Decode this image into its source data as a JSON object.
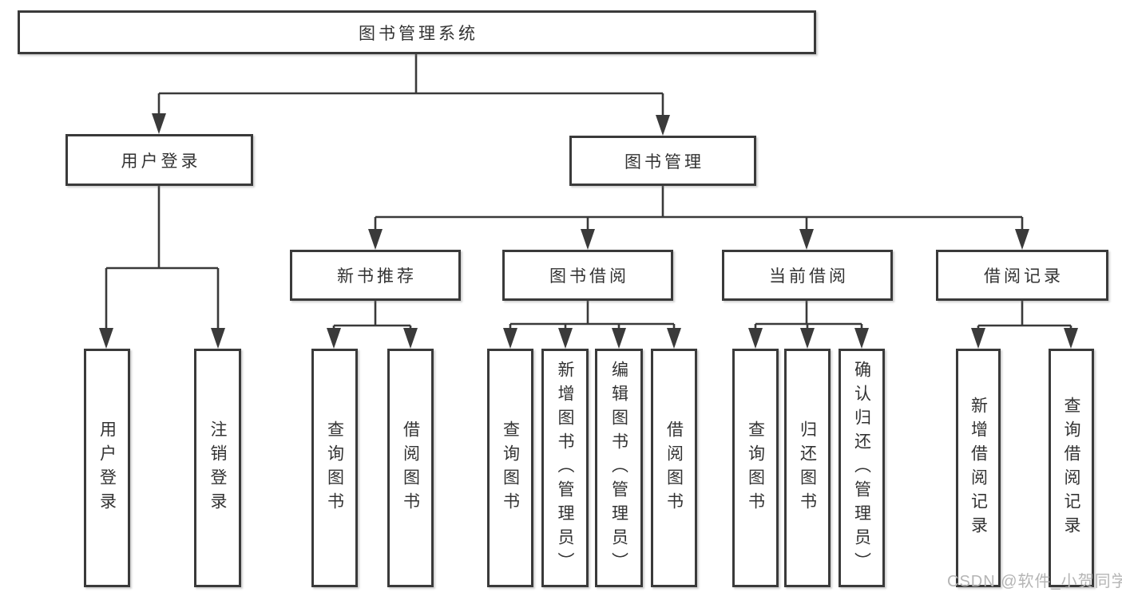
{
  "diagram": {
    "title": "图书管理系统",
    "root": {
      "label": "图书管理系统"
    },
    "branches": {
      "user_login": {
        "label": "用户登录",
        "children": [
          "用户登录",
          "注销登录"
        ]
      },
      "book_mgmt": {
        "label": "图书管理"
      },
      "new_book": {
        "label": "新书推荐",
        "children": [
          "查询图书",
          "借阅图书"
        ]
      },
      "book_borrow": {
        "label": "图书借阅",
        "children": [
          "查询图书",
          "新增图书（管理员）",
          "编辑图书（管理员）",
          "借阅图书"
        ]
      },
      "current_borrow": {
        "label": "当前借阅",
        "children": [
          "查询图书",
          "归还图书",
          "确认归还（管理员）"
        ]
      },
      "borrow_record": {
        "label": "借阅记录",
        "children": [
          "新增借阅记录",
          "查询借阅记录"
        ]
      }
    }
  },
  "watermark": {
    "text": "CSDN @软件_小贺同学"
  },
  "colors": {
    "line": "#3a3a3a",
    "text": "#333333",
    "watermark": "#b5b5b5",
    "background": "#ffffff"
  }
}
